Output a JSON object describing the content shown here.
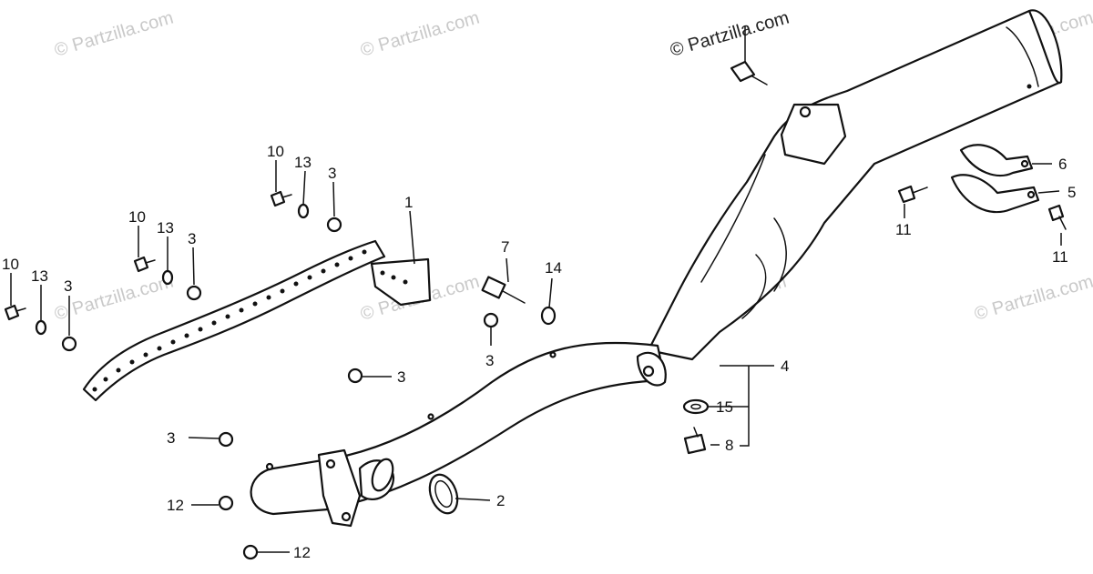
{
  "watermark": {
    "text": "© Partzilla.com",
    "prominent_text": "© Partzilla.com"
  },
  "callouts": {
    "c1": "1",
    "c2": "2",
    "c3a": "3",
    "c3b": "3",
    "c3c": "3",
    "c3d": "3",
    "c3e": "3",
    "c3f": "3",
    "c4": "4",
    "c5": "5",
    "c6": "6",
    "c7": "7",
    "c8": "8",
    "c10a": "10",
    "c10b": "10",
    "c10c": "10",
    "c11a": "11",
    "c11b": "11",
    "c12a": "12",
    "c12b": "12",
    "c13a": "13",
    "c13b": "13",
    "c13c": "13",
    "c14": "14",
    "c15": "15"
  },
  "colors": {
    "line": "#111111",
    "watermark": "#c9c9c9",
    "background": "#ffffff"
  }
}
